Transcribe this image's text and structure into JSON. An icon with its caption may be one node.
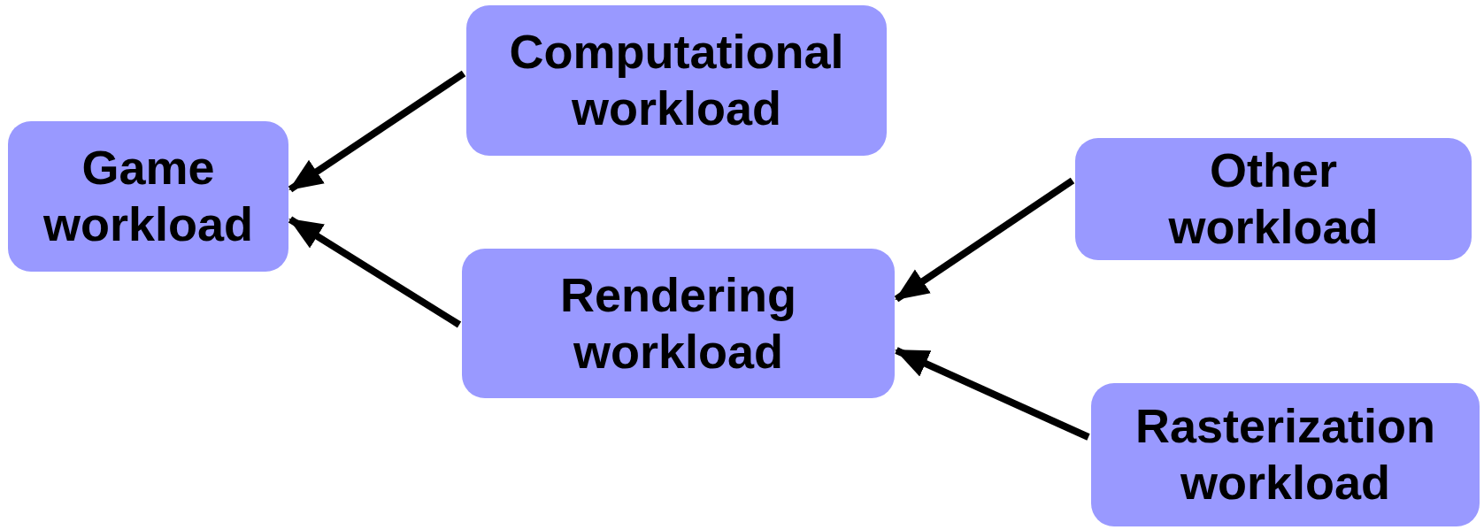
{
  "diagram": {
    "nodes": [
      {
        "text": [
          "Game workload"
        ]
      },
      {
        "text": [
          "Computational workload"
        ]
      },
      {
        "text": [
          "Rendering workload"
        ]
      },
      {
        "text": [
          "Other workload"
        ]
      },
      {
        "text": [
          "Rasterization workload"
        ]
      }
    ],
    "edges": [
      {
        "from": 1,
        "to": 0,
        "arrow": "to"
      },
      {
        "from": 2,
        "to": 0,
        "arrow": "to"
      },
      {
        "from": 3,
        "to": 2,
        "arrow": "to"
      },
      {
        "from": 4,
        "to": 2,
        "arrow": "to"
      }
    ]
  }
}
